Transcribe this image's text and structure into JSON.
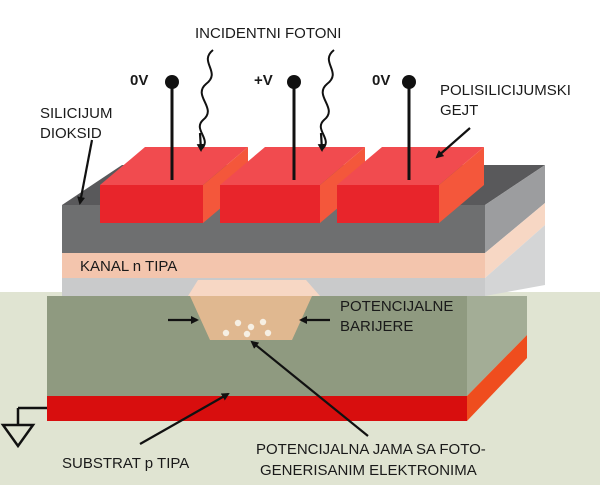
{
  "labels": {
    "incident_photons": "INCIDENTNI FOTONI",
    "gate_left_voltage": "0V",
    "gate_mid_voltage": "+V",
    "gate_right_voltage": "0V",
    "silicon_dioxide_line1": "SILICIJUM",
    "silicon_dioxide_line2": "DIOKSID",
    "polysilicon_gate_line1": "POLISILICIJUMSKI",
    "polysilicon_gate_line2": "GEJT",
    "n_channel": "KANAL n TIPA",
    "potential_barriers_line1": "POTENCIJALNE",
    "potential_barriers_line2": "BARIJERE",
    "p_substrate": "SUBSTRAT p TIPA",
    "potential_well_line1": "POTENCIJALNA JAMA SA FOTO-",
    "potential_well_line2": "GENERISANIM ELEKTRONIMA"
  },
  "colors": {
    "gate_red": "#e8252b",
    "gate_side": "#f4573b",
    "oxide_gray": "#6e6f70",
    "n_channel_pink": "#f3c5ad",
    "substrate_front": "#8f9a80",
    "background_panel": "#e0e4d2",
    "base_red": "#d80e0e",
    "well_tan": "#e0b890"
  }
}
